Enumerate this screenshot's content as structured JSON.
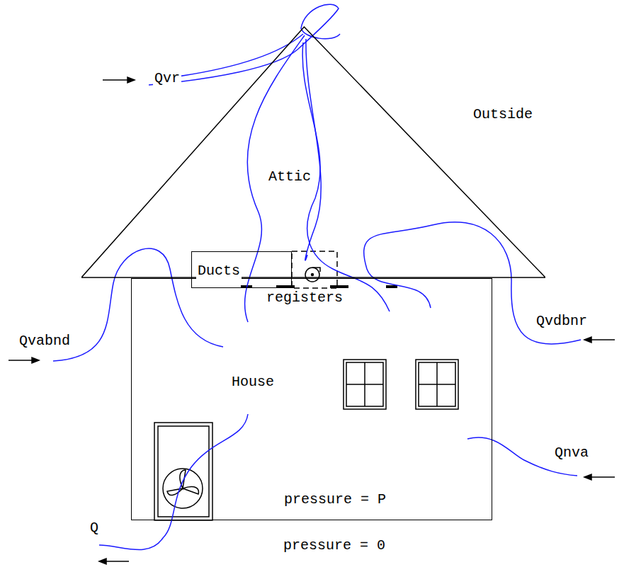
{
  "diagram": {
    "nodes": [
      {
        "text": [
          "Attic"
        ]
      },
      {
        "text": [
          "House",
          "pressure = P"
        ]
      },
      {
        "text": [
          "Ducts"
        ]
      }
    ],
    "labels": [
      "Qvr",
      "Outside",
      "registers",
      "Qvabnd",
      "Qvdbnr",
      "Qnva",
      "Q",
      "pressure = 0"
    ]
  }
}
